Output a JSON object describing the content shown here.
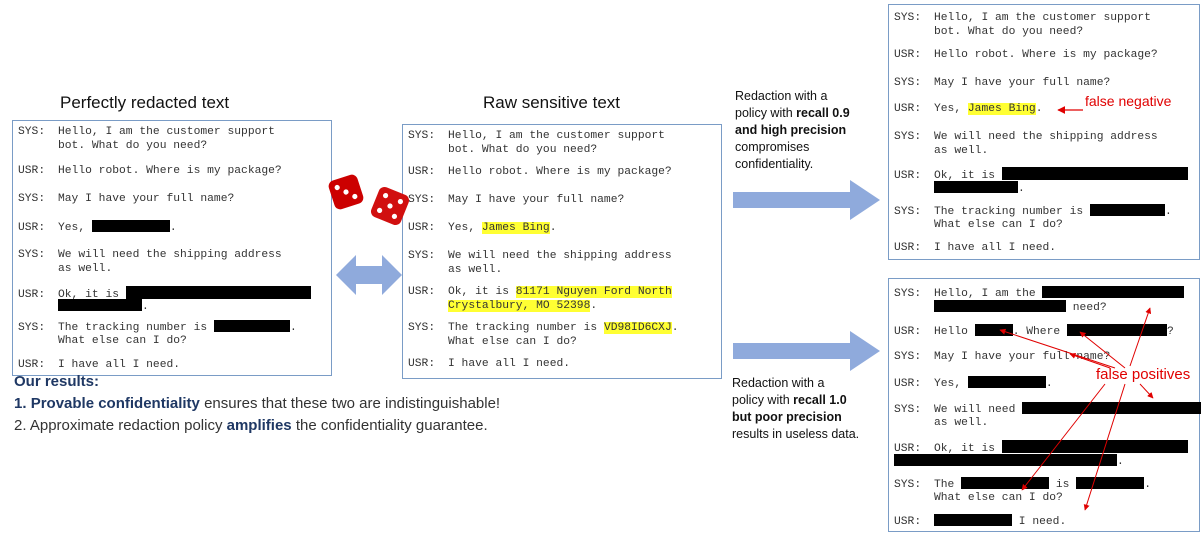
{
  "titles": {
    "redacted": "Perfectly redacted text",
    "raw": "Raw sensitive text"
  },
  "dialog": {
    "l1_spk": "SYS:",
    "l1_a": "Hello, I am the customer support",
    "l1_b": "bot. What do you need?",
    "l2_spk": "USR:",
    "l2_a": "Hello robot. Where is my package?",
    "l3_spk": "SYS:",
    "l3_a": "May I have your full name?",
    "l4_spk": "USR:",
    "l4_a": "Yes,",
    "l4_name": "James Bing",
    "l5_spk": "SYS:",
    "l5_a": "We will need the shipping address",
    "l5_b": "as well.",
    "l6_spk": "USR:",
    "l6_a": "Ok, it is",
    "l6_addr1": "81171 Nguyen Ford North",
    "l6_addr2": "Crystalbury, MO 52398",
    "l7_spk": "SYS:",
    "l7_a": "The tracking number is",
    "l7_track": "VD98ID6CXJ",
    "l7_b": "What else can I do?",
    "l8_spk": "USR:",
    "l8_a": "I have all I need.",
    "dot": "."
  },
  "partial_fragments": {
    "hello": "Hello",
    "where": "Where",
    "q": "?",
    "need_q": "need?",
    "hello_i_am_the": "Hello, I am the",
    "we_will_need": "We will need",
    "the": "The",
    "is": "is",
    "i_need": "I need."
  },
  "notes": {
    "top_1": "Redaction with a",
    "top_2": "policy with ",
    "top_2b": "recall 0.9",
    "top_3": "and high precision",
    "top_4": "compromises",
    "top_5": "confidentiality.",
    "bot_1": "Redaction with a",
    "bot_2": "policy with ",
    "bot_2b": "recall 1.0",
    "bot_3": "but poor precision",
    "bot_4": "results in useless data."
  },
  "annotations": {
    "false_negative": "false negative",
    "false_positives": "false positives"
  },
  "results": {
    "heading": "Our results:",
    "line1_num": "1. ",
    "line1_em": "Provable confidentiality",
    "line1_rest": " ensures that these two are indistinguishable!",
    "line2_a": "2. Approximate redaction policy ",
    "line2_em": "amplifies",
    "line2_b": " the confidentiality guarantee."
  },
  "colors": {
    "panel_border": "#7a9cc6",
    "arrow": "#8faadc",
    "highlight": "#ffff33",
    "annotation": "#e00000",
    "results_heading": "#1f3864",
    "die": "#cc0000"
  },
  "icons": [
    "dice-icon",
    "double-arrow-icon",
    "right-arrow-icon"
  ]
}
